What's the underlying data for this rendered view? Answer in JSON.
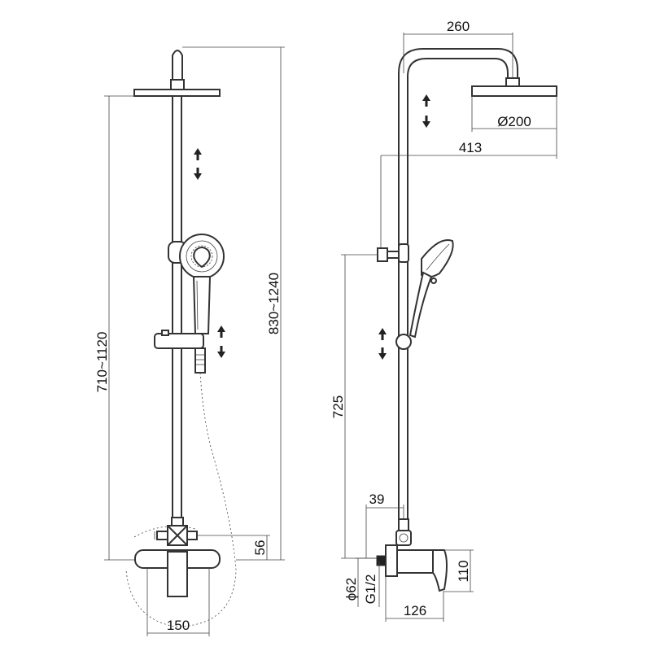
{
  "front_view": {
    "height_bar_range": "710~1120",
    "total_height_range": "830~1240",
    "mixer_offset": "56",
    "mixer_width": "150"
  },
  "side_view": {
    "arm_length": "260",
    "head_diameter": "Ø200",
    "arm_reach": "413",
    "holder_height": "725",
    "pipe_offset": "39",
    "mixer_height": "110",
    "cover_diameter": "ϕ62",
    "thread": "G1/2",
    "mixer_depth": "126"
  }
}
